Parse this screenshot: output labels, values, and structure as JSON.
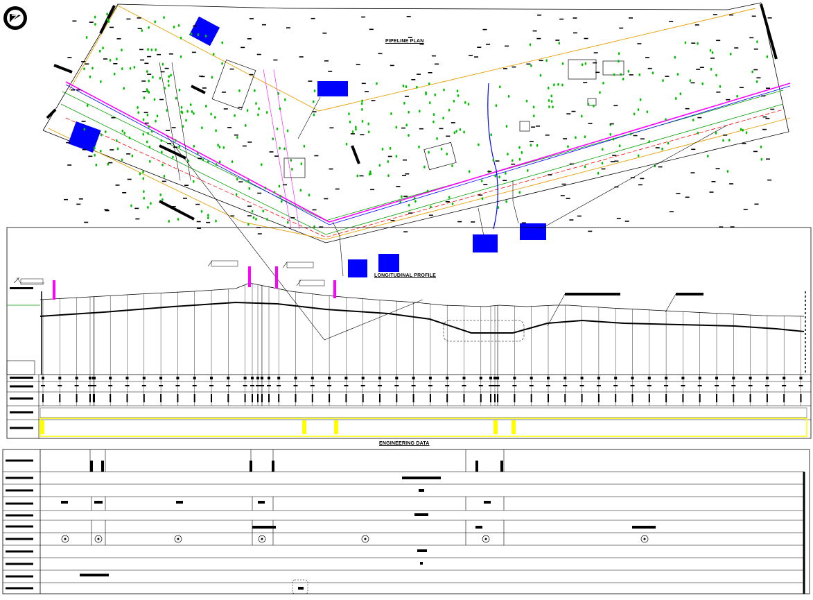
{
  "titles": {
    "plan": "PIPELINE PLAN",
    "profile": "LONGITUDINAL PROFILE",
    "engineering": "ENGINEERING DATA"
  },
  "colors": {
    "line": "#000000",
    "pipe_centerline": "#ff00ff",
    "pipe_blue": "#0000ff",
    "row_green": "#00a000",
    "row_red": "#ff0000",
    "row_orange": "#e8a000",
    "trees": "#00c000",
    "callout_fill": "#0000ff",
    "band_yellow": "#ffff00"
  },
  "icons": {
    "north_arrow": "north-arrow-icon"
  }
}
